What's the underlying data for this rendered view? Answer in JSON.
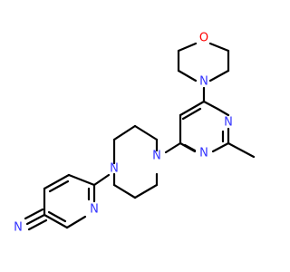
{
  "molecule": {
    "colors": {
      "bond": "#000000",
      "N": "#3333ff",
      "O": "#ff0000"
    },
    "atoms": {
      "o_morph": "O",
      "n_morph": "N",
      "n_pyrim_1": "N",
      "n_pyrim_2": "N",
      "n_pip_1": "N",
      "n_pip_2": "N",
      "n_pyrid": "N",
      "n_nitrile": "N"
    }
  }
}
